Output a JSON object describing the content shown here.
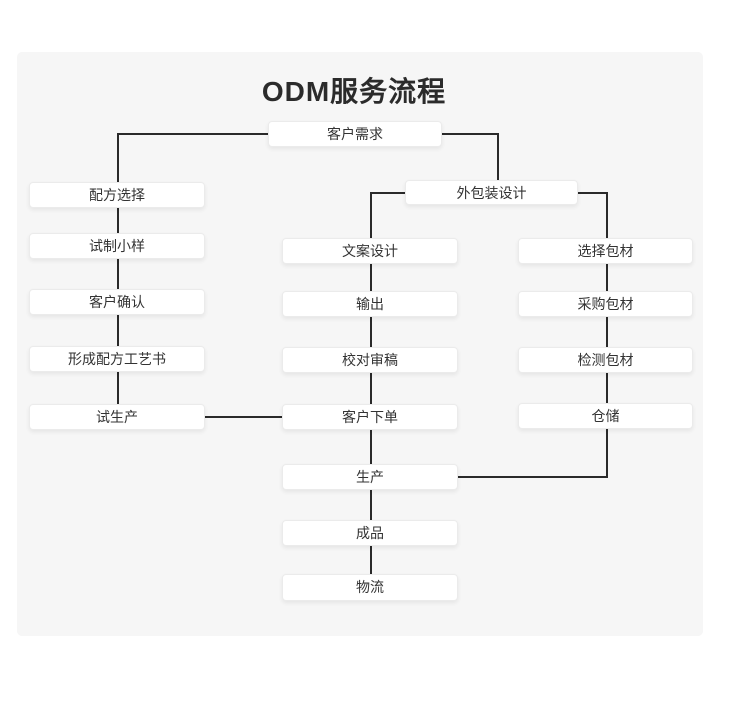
{
  "title": "ODM服务流程",
  "flowchart": {
    "nodes": {
      "customer_needs": {
        "label": "客户需求"
      },
      "formula_selection": {
        "label": "配方选择"
      },
      "trial_sample": {
        "label": "试制小样"
      },
      "customer_confirm": {
        "label": "客户确认"
      },
      "formula_process_book": {
        "label": "形成配方工艺书"
      },
      "trial_production": {
        "label": "试生产"
      },
      "packaging_design": {
        "label": "外包装设计"
      },
      "copy_design": {
        "label": "文案设计"
      },
      "output": {
        "label": "输出"
      },
      "proofreading": {
        "label": "校对审稿"
      },
      "customer_order": {
        "label": "客户下单"
      },
      "production": {
        "label": "生产"
      },
      "finished_product": {
        "label": "成品"
      },
      "logistics": {
        "label": "物流"
      },
      "select_packaging": {
        "label": "选择包材"
      },
      "purchase_packaging": {
        "label": "采购包材"
      },
      "test_packaging": {
        "label": "检测包材"
      },
      "warehousing": {
        "label": "仓储"
      }
    },
    "edges": [
      {
        "from": "customer_needs",
        "to": "formula_selection"
      },
      {
        "from": "customer_needs",
        "to": "packaging_design"
      },
      {
        "from": "formula_selection",
        "to": "trial_sample"
      },
      {
        "from": "trial_sample",
        "to": "customer_confirm"
      },
      {
        "from": "customer_confirm",
        "to": "formula_process_book"
      },
      {
        "from": "formula_process_book",
        "to": "trial_production"
      },
      {
        "from": "trial_production",
        "to": "customer_order"
      },
      {
        "from": "packaging_design",
        "to": "copy_design"
      },
      {
        "from": "packaging_design",
        "to": "select_packaging"
      },
      {
        "from": "copy_design",
        "to": "output"
      },
      {
        "from": "output",
        "to": "proofreading"
      },
      {
        "from": "proofreading",
        "to": "customer_order"
      },
      {
        "from": "customer_order",
        "to": "production"
      },
      {
        "from": "production",
        "to": "finished_product"
      },
      {
        "from": "finished_product",
        "to": "logistics"
      },
      {
        "from": "select_packaging",
        "to": "purchase_packaging"
      },
      {
        "from": "purchase_packaging",
        "to": "test_packaging"
      },
      {
        "from": "test_packaging",
        "to": "warehousing"
      },
      {
        "from": "warehousing",
        "to": "production"
      }
    ],
    "colors": {
      "canvas_bg": "#f6f6f6",
      "node_bg": "#ffffff",
      "node_border": "#ebebeb",
      "line": "#2a2a2a",
      "text": "#333333"
    }
  }
}
